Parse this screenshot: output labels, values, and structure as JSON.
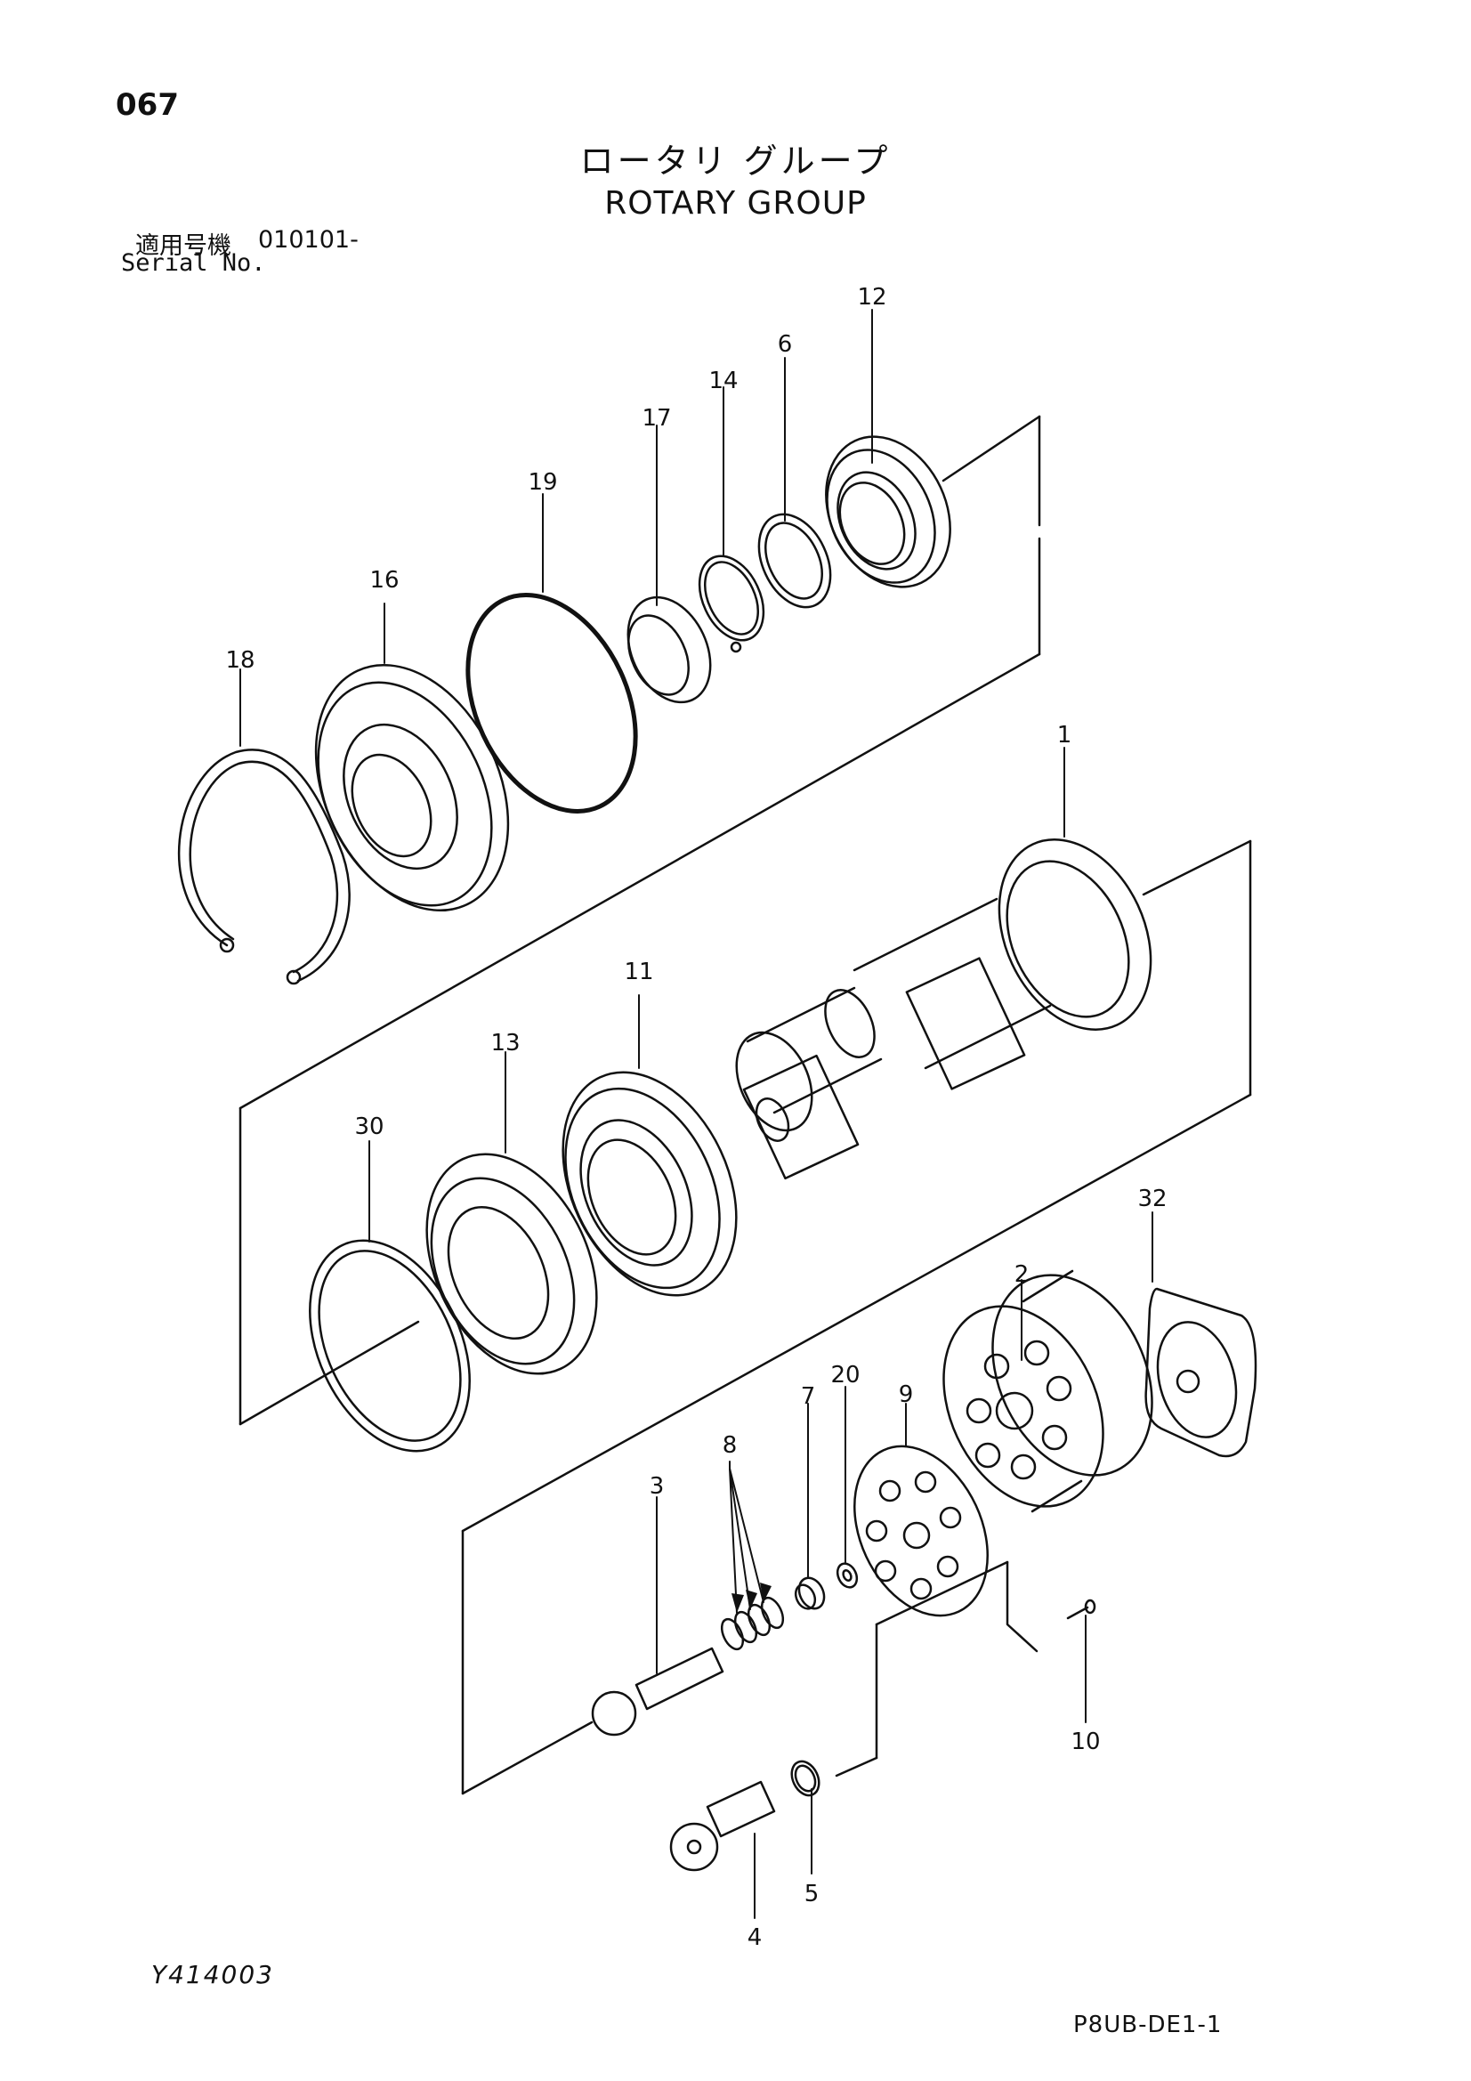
{
  "page": {
    "number": "067",
    "title_jp": "ロータリ グループ",
    "title_en": "ROTARY GROUP",
    "serial_label_jp": "適用号機",
    "serial_value": "010101-",
    "serial_label_en": "Serial No.",
    "figure_code": "Y414003",
    "page_code": "P8UB-DE1-1"
  },
  "parts": [
    {
      "id": "p12",
      "label": "12"
    },
    {
      "id": "p6",
      "label": "6"
    },
    {
      "id": "p14",
      "label": "14"
    },
    {
      "id": "p17",
      "label": "17"
    },
    {
      "id": "p19",
      "label": "19"
    },
    {
      "id": "p16",
      "label": "16"
    },
    {
      "id": "p18",
      "label": "18"
    },
    {
      "id": "p1",
      "label": "1"
    },
    {
      "id": "p11",
      "label": "11"
    },
    {
      "id": "p13",
      "label": "13"
    },
    {
      "id": "p30",
      "label": "30"
    },
    {
      "id": "p32",
      "label": "32"
    },
    {
      "id": "p2",
      "label": "2"
    },
    {
      "id": "p9",
      "label": "9"
    },
    {
      "id": "p20",
      "label": "20"
    },
    {
      "id": "p7",
      "label": "7"
    },
    {
      "id": "p8",
      "label": "8"
    },
    {
      "id": "p3",
      "label": "3"
    },
    {
      "id": "p10",
      "label": "10"
    },
    {
      "id": "p5",
      "label": "5"
    },
    {
      "id": "p4",
      "label": "4"
    }
  ]
}
